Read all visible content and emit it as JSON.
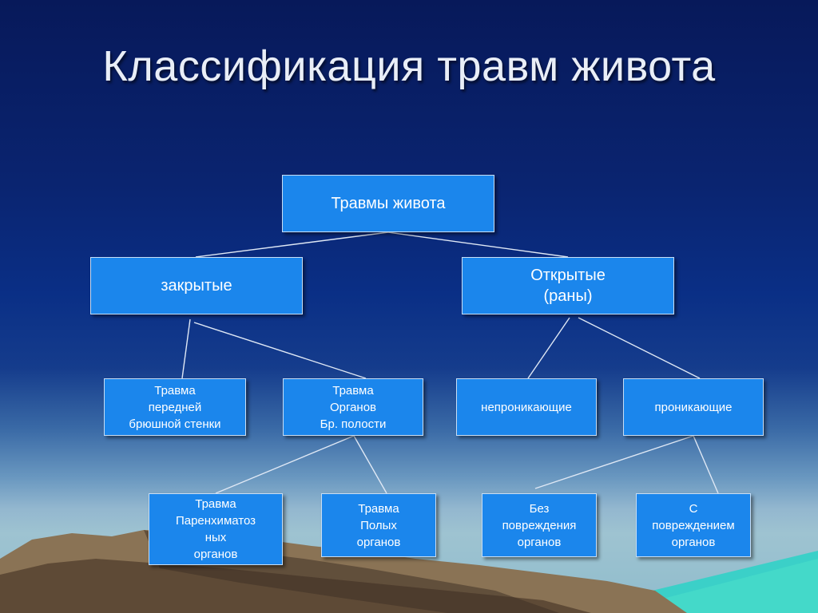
{
  "title": "Классификация травм живота",
  "colors": {
    "node_fill": "#1b86ec",
    "node_border": "#c8def5",
    "edge": "#dfe8f5",
    "text": "#ffffff"
  },
  "nodes": {
    "root": {
      "lines": [
        "Травмы живота"
      ]
    },
    "closed": {
      "lines": [
        "закрытые"
      ]
    },
    "open": {
      "lines": [
        "Открытые",
        "(раны)"
      ]
    },
    "anterior_wall": {
      "lines": [
        "Травма",
        "передней",
        "брюшной стенки"
      ]
    },
    "cavity_organs": {
      "lines": [
        "Травма",
        "Органов",
        "Бр. полости"
      ]
    },
    "non_penetrating": {
      "lines": [
        "непроникающие"
      ]
    },
    "penetrating": {
      "lines": [
        "проникающие"
      ]
    },
    "parenchymal": {
      "lines": [
        "Травма",
        "Паренхиматоз",
        "ных",
        "органов"
      ]
    },
    "hollow": {
      "lines": [
        "Травма",
        "Полых",
        "органов"
      ]
    },
    "no_damage": {
      "lines": [
        "Без",
        "повреждения",
        "органов"
      ]
    },
    "with_damage": {
      "lines": [
        "С",
        "повреждением",
        "органов"
      ]
    }
  },
  "edges": [
    {
      "from": "root",
      "to": "closed"
    },
    {
      "from": "root",
      "to": "open"
    },
    {
      "from": "closed",
      "to": "anterior_wall"
    },
    {
      "from": "closed",
      "to": "cavity_organs"
    },
    {
      "from": "open",
      "to": "non_penetrating"
    },
    {
      "from": "open",
      "to": "penetrating"
    },
    {
      "from": "cavity_organs",
      "to": "parenchymal"
    },
    {
      "from": "cavity_organs",
      "to": "hollow"
    },
    {
      "from": "penetrating",
      "to": "no_damage"
    },
    {
      "from": "penetrating",
      "to": "with_damage"
    }
  ]
}
